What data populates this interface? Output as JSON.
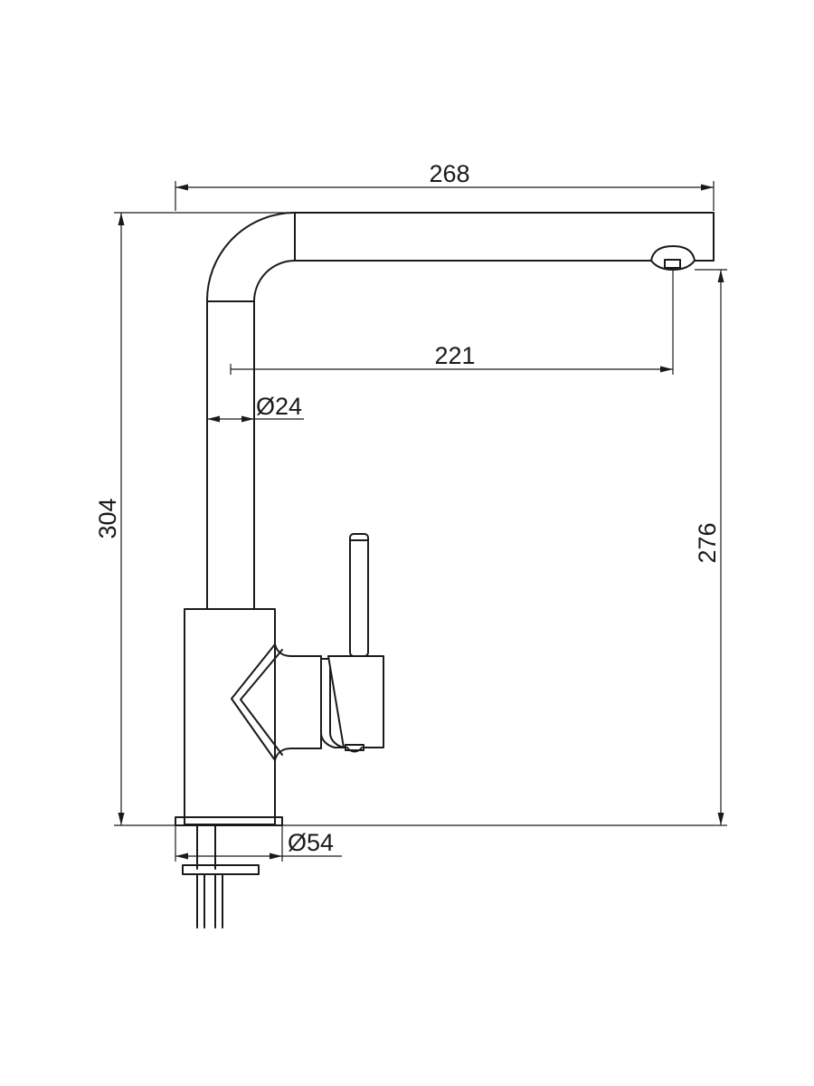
{
  "drawing": {
    "subject": "kitchen faucet side elevation",
    "dimensions": {
      "overall_width": "268",
      "overall_height": "304",
      "spout_reach": "221",
      "spout_height": "276",
      "tube_diameter": "Ø24",
      "base_diameter": "Ø54"
    },
    "colors": {
      "line": "#1a1a1a",
      "background": "#ffffff"
    }
  }
}
